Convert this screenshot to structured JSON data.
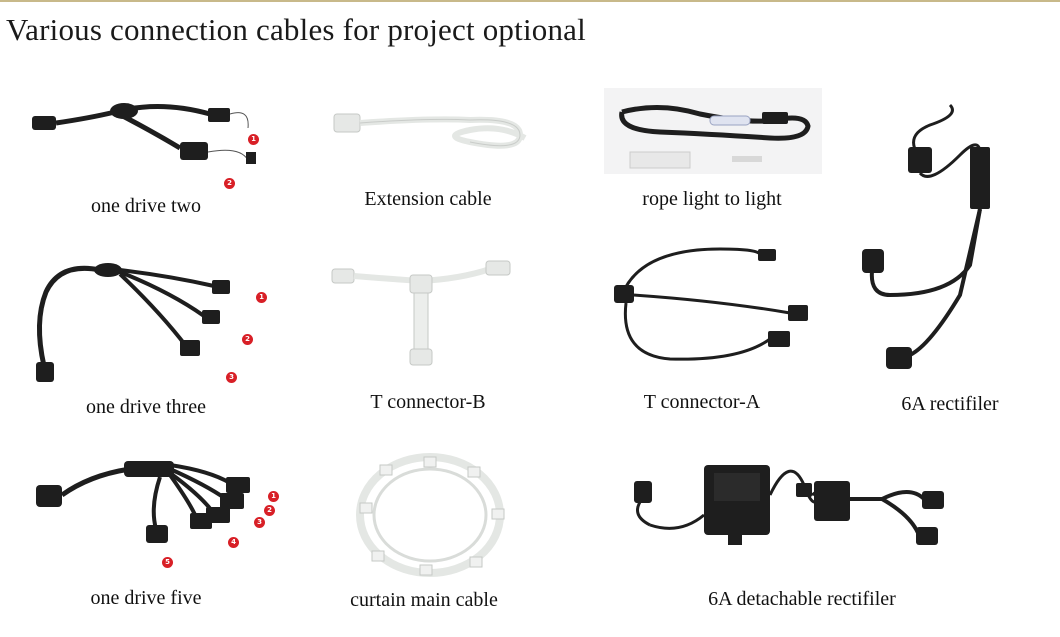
{
  "header": {
    "title": "Various connection cables for project optional"
  },
  "products": [
    {
      "caption": "one drive two",
      "badges": [
        "1",
        "2"
      ]
    },
    {
      "caption": "Extension cable"
    },
    {
      "caption": "rope light to light"
    },
    {
      "caption": "6A rectifiler"
    },
    {
      "caption": "one drive three",
      "badges": [
        "1",
        "2",
        "3"
      ]
    },
    {
      "caption": "T connector-B"
    },
    {
      "caption": "T connector-A"
    },
    {
      "caption": "one drive five",
      "badges": [
        "1",
        "2",
        "3",
        "4",
        "5"
      ]
    },
    {
      "caption": "curtain main cable"
    },
    {
      "caption": "6A detachable rectifiler"
    }
  ],
  "colors": {
    "cable": "#1e1e1e",
    "white_cable": "#e9ecea",
    "badge": "#d81f26",
    "accent_line": "#c8b98a"
  }
}
